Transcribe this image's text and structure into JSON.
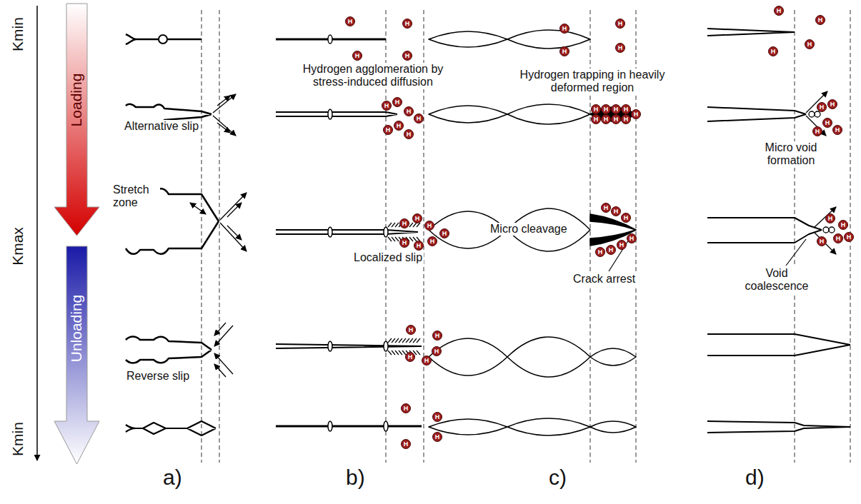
{
  "diagram": {
    "labels": [
      "Kmin",
      "Kmax",
      "Kmin",
      "Loading",
      "Unloading",
      "Alternative slip",
      "Stretch zone",
      "Reverse slip",
      "Hydrogen agglomeration by stress-induced diffusion",
      "Localized slip",
      "Hydrogen trapping in heavily deformed region",
      "Micro cleavage",
      "Crack arrest",
      "Micro void formation",
      "Void coalescence",
      "a)",
      "b)",
      "c)",
      "d)",
      "H",
      "H",
      "H",
      "H",
      "H",
      "H",
      "H",
      "H",
      "H",
      "H",
      "H",
      "H",
      "H",
      "H",
      "H",
      "H",
      "H",
      "H",
      "H",
      "H",
      "H",
      "H",
      "H",
      "H",
      "H",
      "H",
      "H",
      "H",
      "H",
      "H",
      "H",
      "H",
      "H",
      "H",
      "H",
      "H",
      "H",
      "H",
      "H",
      "H",
      "H",
      "H",
      "H",
      "H",
      "H",
      "H",
      "H",
      "H",
      "H",
      "H",
      "H",
      "H",
      "H",
      "H",
      "H",
      "H",
      "H",
      "H",
      "H",
      "H",
      "H"
    ]
  }
}
